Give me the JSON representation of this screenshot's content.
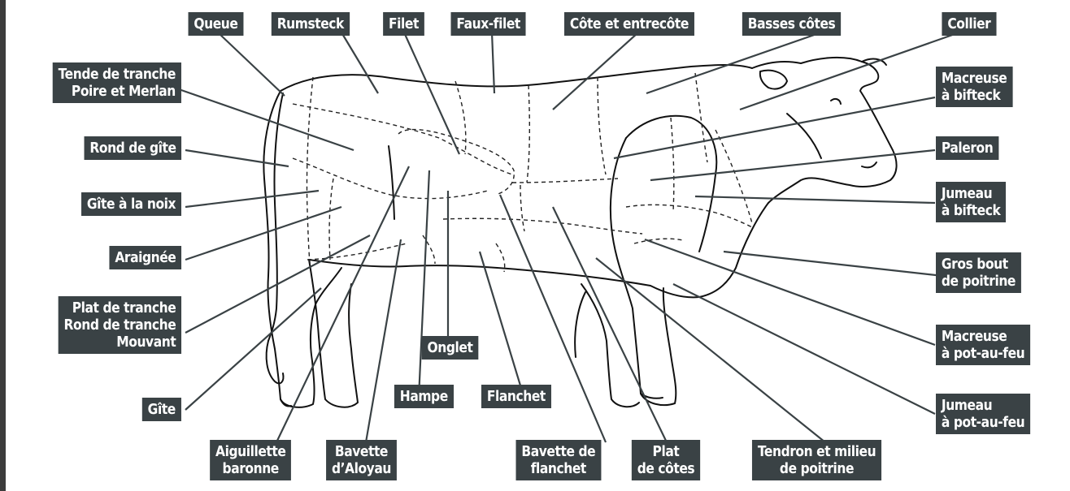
{
  "labels": {
    "queue": [
      "Queue"
    ],
    "rumsteck": [
      "Rumsteck"
    ],
    "filet": [
      "Filet"
    ],
    "faux_filet": [
      "Faux-filet"
    ],
    "cote_entrecote": [
      "Côte et entrecôte"
    ],
    "basses_cotes": [
      "Basses côtes"
    ],
    "collier": [
      "Collier"
    ],
    "tende_de_tranche": [
      "Tende de tranche",
      "Poire et Merlan"
    ],
    "rond_de_gite": [
      "Rond de gîte"
    ],
    "gite_a_la_noix": [
      "Gîte à la noix"
    ],
    "araignee": [
      "Araignée"
    ],
    "plat_de_tranche": [
      "Plat de tranche",
      "Rond de tranche",
      "Mouvant"
    ],
    "gite": [
      "Gîte"
    ],
    "aiguillette_baronne": [
      "Aiguillette",
      "baronne"
    ],
    "bavette_aloyau": [
      "Bavette",
      "d’Aloyau"
    ],
    "onglet": [
      "Onglet"
    ],
    "hampe": [
      "Hampe"
    ],
    "flanchet": [
      "Flanchet"
    ],
    "bavette_de_flanchet": [
      "Bavette de",
      "flanchet"
    ],
    "plat_de_cotes": [
      "Plat",
      "de côtes"
    ],
    "tendron": [
      "Tendron et milieu",
      "de poitrine"
    ],
    "macreuse_bifteck": [
      "Macreuse",
      "à bifteck"
    ],
    "paleron": [
      "Paleron"
    ],
    "jumeau_bifteck": [
      "Jumeau",
      "à bifteck"
    ],
    "gros_bout": [
      "Gros bout",
      "de poitrine"
    ],
    "macreuse_pot_au_feu": [
      "Macreuse",
      "à pot-au-feu"
    ],
    "jumeau_pot_au_feu": [
      "Jumeau",
      "à pot-au-feu"
    ]
  },
  "colors": {
    "label_bg": "#3a4245",
    "label_text": "#ffffff",
    "leader_line": "#3a4245",
    "outline": "#111111"
  }
}
